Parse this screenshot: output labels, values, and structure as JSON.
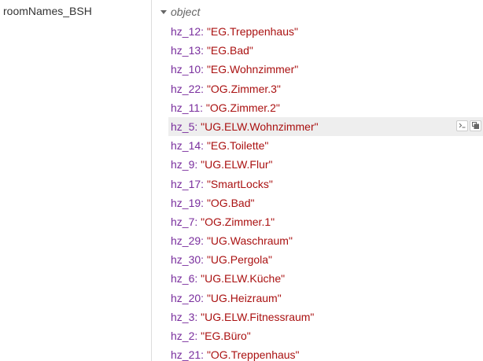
{
  "variable": {
    "name": "roomNames_BSH"
  },
  "object_label": "object",
  "rows": [
    {
      "key": "hz_12",
      "value": "\"EG.Treppenhaus\""
    },
    {
      "key": "hz_13",
      "value": "\"EG.Bad\""
    },
    {
      "key": "hz_10",
      "value": "\"EG.Wohnzimmer\""
    },
    {
      "key": "hz_22",
      "value": "\"OG.Zimmer.3\""
    },
    {
      "key": "hz_11",
      "value": "\"OG.Zimmer.2\""
    },
    {
      "key": "hz_5",
      "value": "\"UG.ELW.Wohnzimmer\""
    },
    {
      "key": "hz_14",
      "value": "\"EG.Toilette\""
    },
    {
      "key": "hz_9",
      "value": "\"UG.ELW.Flur\""
    },
    {
      "key": "hz_17",
      "value": "\"SmartLocks\""
    },
    {
      "key": "hz_19",
      "value": "\"OG.Bad\""
    },
    {
      "key": "hz_7",
      "value": "\"OG.Zimmer.1\""
    },
    {
      "key": "hz_29",
      "value": "\"UG.Waschraum\""
    },
    {
      "key": "hz_30",
      "value": "\"UG.Pergola\""
    },
    {
      "key": "hz_6",
      "value": "\"UG.ELW.Küche\""
    },
    {
      "key": "hz_20",
      "value": "\"UG.Heizraum\""
    },
    {
      "key": "hz_3",
      "value": "\"UG.ELW.Fitnessraum\""
    },
    {
      "key": "hz_2",
      "value": "\"EG.Büro\""
    },
    {
      "key": "hz_21",
      "value": "\"OG.Treppenhaus\""
    }
  ],
  "hovered_row_index": 5,
  "row_tools": {
    "copy_path_icon": "terminal-prompt-icon",
    "copy_value_icon": "copy-icon"
  },
  "colors": {
    "key": "#792e9d",
    "string_value": "#aa1111",
    "hover_bg": "#eeeeee"
  }
}
